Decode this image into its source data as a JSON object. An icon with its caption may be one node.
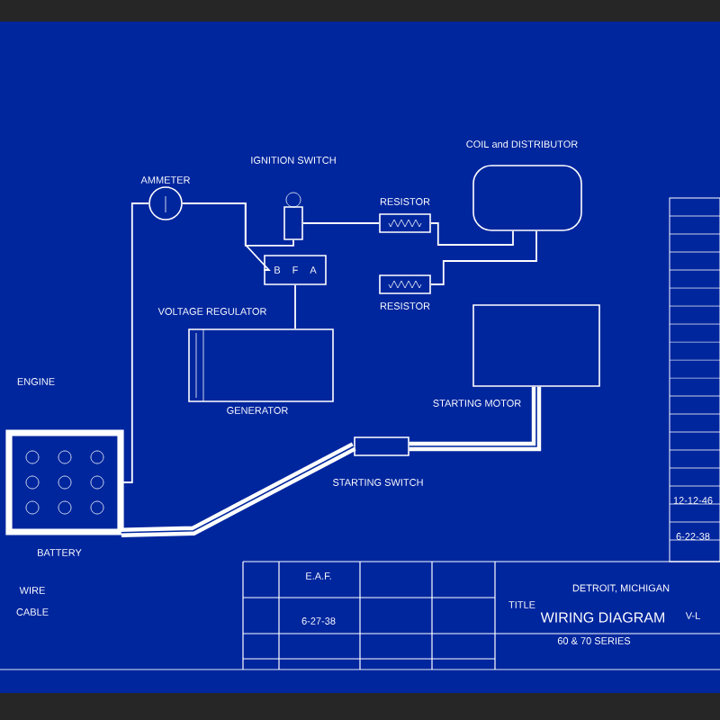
{
  "diagram": {
    "title": "WIRING DIAGRAM",
    "nodes": [
      {
        "text": [
          "AMMETER"
        ]
      },
      {
        "text": [
          "IGNITION SWITCH"
        ]
      },
      {
        "text": [
          "RESISTOR"
        ]
      },
      {
        "text": [
          "COIL and DISTRIBUTOR"
        ]
      },
      {
        "text": [
          "B",
          "F",
          "A",
          "VOLTAGE REGULATOR"
        ]
      },
      {
        "text": [
          "RESISTOR"
        ]
      },
      {
        "text": [
          "GENERATOR"
        ]
      },
      {
        "text": [
          "STARTING MOTOR"
        ]
      },
      {
        "text": [
          "BATTERY"
        ]
      },
      {
        "text": [
          "STARTING SWITCH"
        ]
      }
    ],
    "edges": [
      {
        "from": 8,
        "to": 0,
        "arrow": "none"
      },
      {
        "from": 0,
        "to": 1,
        "arrow": "none"
      },
      {
        "from": 0,
        "to": 4,
        "arrow": "none"
      },
      {
        "from": 1,
        "to": 2,
        "arrow": "none"
      },
      {
        "from": 2,
        "to": 3,
        "arrow": "none"
      },
      {
        "from": 5,
        "to": 3,
        "arrow": "none"
      },
      {
        "from": 4,
        "to": 6,
        "arrow": "none"
      },
      {
        "from": 8,
        "to": 9,
        "arrow": "none",
        "style": "thick"
      },
      {
        "from": 9,
        "to": 7,
        "arrow": "none",
        "style": "thick"
      }
    ],
    "labels": [
      "ENGINE",
      "12-12-46",
      "6-22-38",
      "E.A.F.",
      "DETROIT, MICHIGAN",
      "WIRE",
      "TITLE",
      "V-L",
      "6-27-38",
      "CABLE",
      "60 & 70 SERIES"
    ]
  }
}
